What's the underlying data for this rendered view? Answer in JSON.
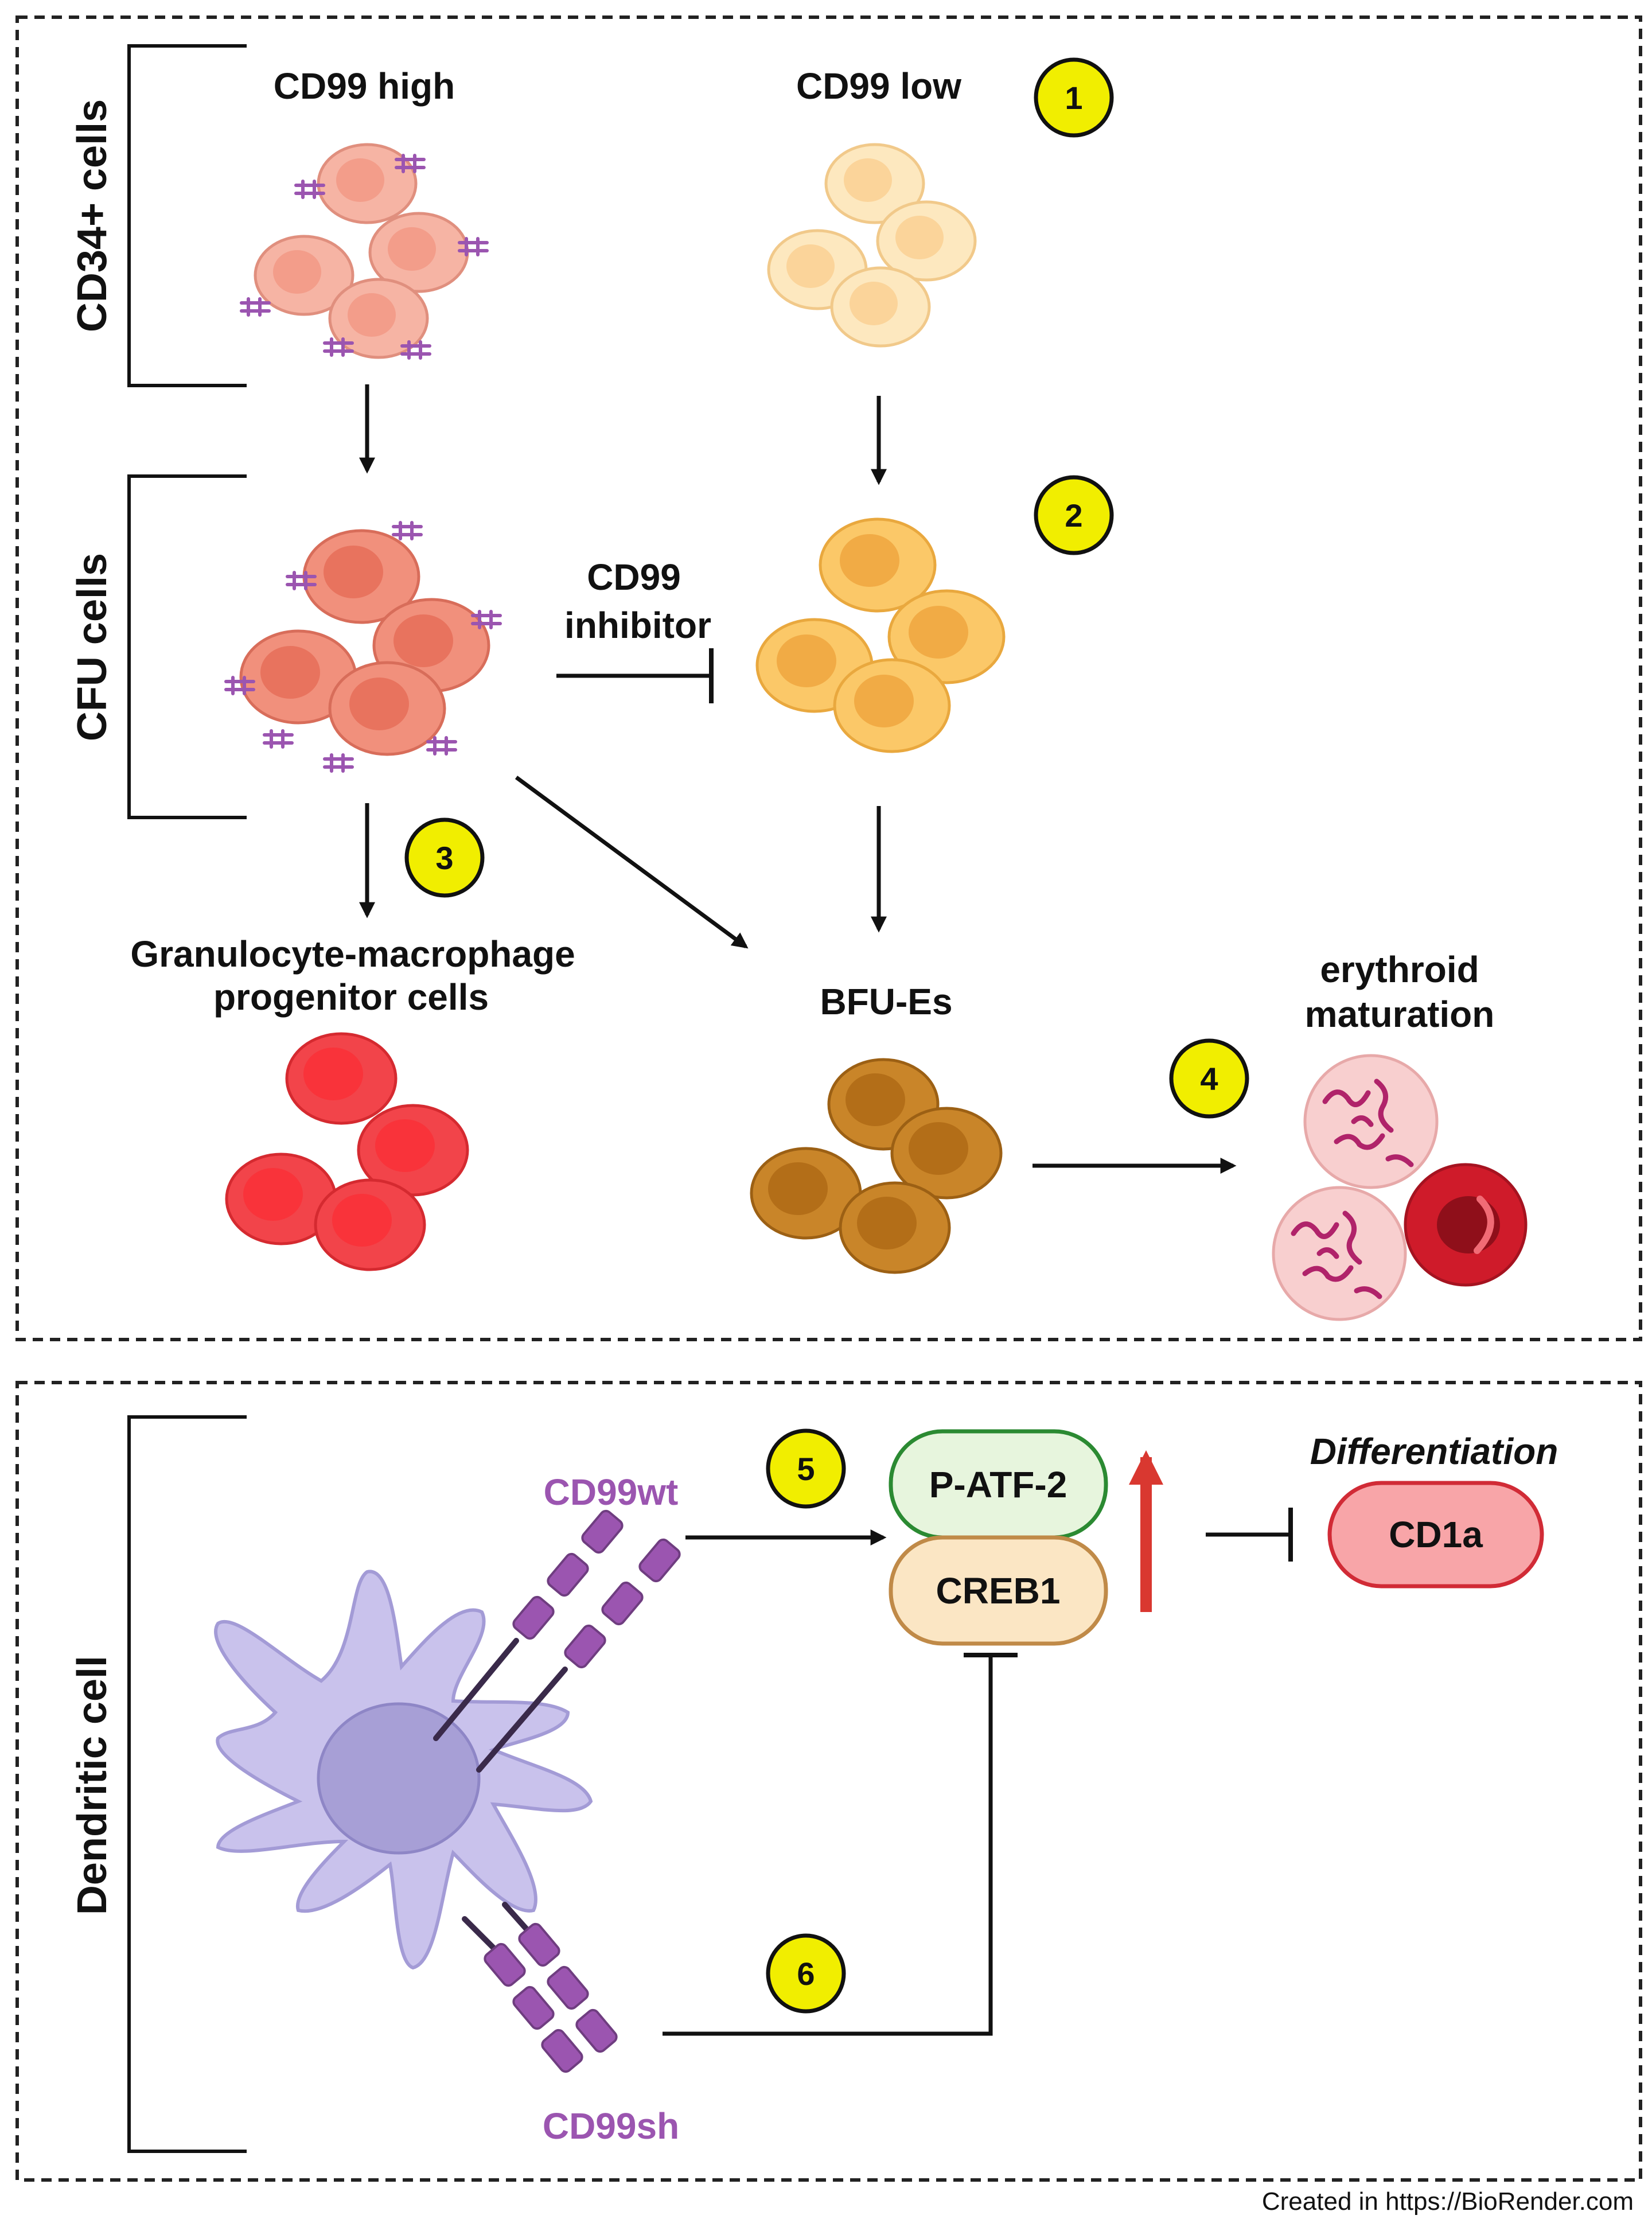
{
  "panel_top": {
    "side_labels": {
      "cd34": "CD34+ cells",
      "cfu": "CFU cells"
    },
    "labels": {
      "cd99_high": "CD99 high",
      "cd99_low": "CD99 low",
      "inhibitor_line1": "CD99",
      "inhibitor_line2": "inhibitor",
      "gmp_line1": "Granulocyte-macrophage",
      "gmp_line2": "progenitor cells",
      "bfu": "BFU-Es",
      "erythroid_line1": "erythroid",
      "erythroid_line2": "maturation"
    },
    "badges": [
      "1",
      "2",
      "3",
      "4"
    ]
  },
  "panel_bottom": {
    "side_label": "Dendritic cell",
    "labels": {
      "cd99wt": "CD99wt",
      "cd99sh": "CD99sh",
      "patf2": "P-ATF-2",
      "creb1": "CREB1",
      "differentiation": "Differentiation",
      "cd1a": "CD1a"
    },
    "badges": [
      "5",
      "6"
    ]
  },
  "credit": "Created in  https://BioRender.com",
  "colors": {
    "badge_fill": "#f1ee00",
    "cd99_receptor": "#9b55b0",
    "cd99_high_cell": "#f6b4a4",
    "cd99_low_cell": "#fde8bf",
    "cfu_cell": "#f1907c",
    "cfu_low_cell": "#fbc868",
    "gmp_cell": "#f2444a",
    "bfu_cell": "#c98529",
    "dendritic_cell": "#c9c2ec",
    "patf2_box": "#e7f5dd",
    "creb1_box": "#fbe6c4",
    "cd1a_box": "#f8a5a8",
    "up_arrow": "#d93830"
  }
}
